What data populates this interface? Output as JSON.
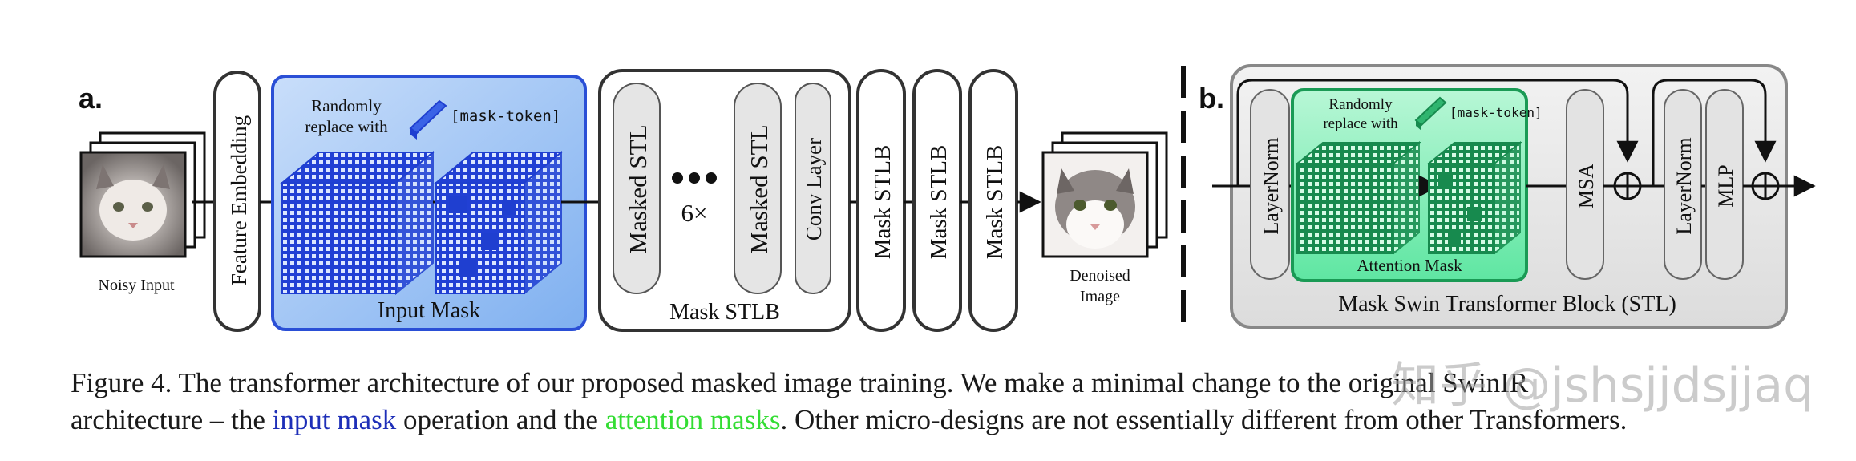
{
  "panel_a": {
    "label": "a.",
    "noisy_input": "Noisy Input",
    "feature_embedding": "Feature Embedding",
    "input_mask": {
      "title": "Input Mask",
      "replace_line1": "Randomly",
      "replace_line2": "replace with",
      "token": "[mask-token]"
    },
    "mask_stlb": {
      "title": "Mask STLB",
      "stl1": "Masked STL",
      "stl2": "Masked STL",
      "repeat": "6×",
      "conv": "Conv Layer"
    },
    "blocks": [
      "Mask STLB",
      "Mask STLB",
      "Mask STLB"
    ],
    "denoised_line1": "Denoised",
    "denoised_line2": "Image"
  },
  "panel_b": {
    "label": "b.",
    "title": "Mask Swin Transformer Block (STL)",
    "layernorm1": "LayerNorm",
    "attention": {
      "title": "Attention Mask",
      "replace_line1": "Randomly",
      "replace_line2": "replace with",
      "token": "[mask-token]"
    },
    "msa": "MSA",
    "layernorm2": "LayerNorm",
    "mlp": "MLP"
  },
  "caption": {
    "line1": "Figure 4.  The transformer architecture of our proposed masked image training.  We make a minimal change to the original SwinIR",
    "line2_a": "architecture – the ",
    "line2_b": "input mask",
    "line2_c": " operation and the ",
    "line2_d": "attention masks",
    "line2_e": ". Other micro-designs are not essentially different from other Transformers."
  },
  "watermark": "知乎 @jshsjjdsjjaq",
  "colors": {
    "input_mask_fill": "#9fc4f5",
    "input_mask_border": "#2a4fd6",
    "cube_blue": "#1f3fd0",
    "attention_fill": "#7ef0b6",
    "attention_border": "#1a9a55",
    "cube_green": "#1a8a52",
    "panel_b_fill": "#e8e8e8",
    "pill_fill": "#e5e5e5"
  }
}
